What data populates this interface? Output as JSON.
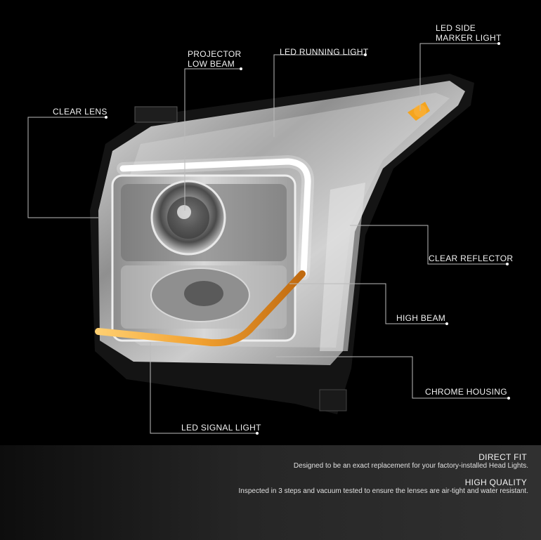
{
  "callouts": {
    "projector_low_beam": "PROJECTOR LOW BEAM",
    "led_running_light": "LED RUNNING LIGHT",
    "led_side_marker_light": "LED SIDE MARKER LIGHT",
    "clear_lens": "CLEAR LENS",
    "clear_reflector": "CLEAR REFLECTOR",
    "high_beam": "HIGH BEAM",
    "chrome_housing": "CHROME HOUSING",
    "led_signal_light": "LED SIGNAL LIGHT"
  },
  "features": [
    {
      "title": "DIRECT FIT",
      "text": "Designed to be an exact replacement for your factory-installed Head Lights."
    },
    {
      "title": "HIGH QUALITY",
      "text": "Inspected in 3 steps and vacuum tested to ensure the lenses are air-tight and water resistant."
    }
  ],
  "colors": {
    "background": "#000000",
    "amber": "#f0a030",
    "chrome": "#c8c8c8"
  }
}
